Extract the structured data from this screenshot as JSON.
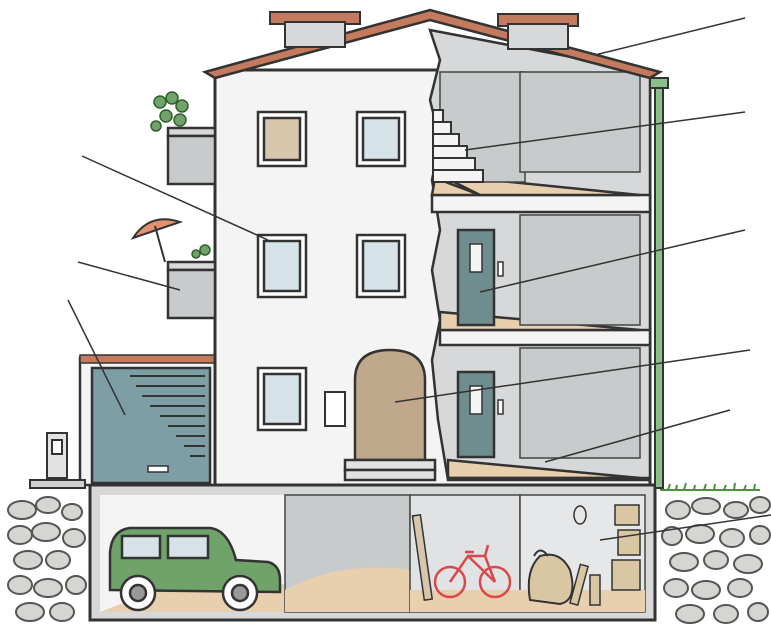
{
  "diagram": {
    "subject": "apartment-building-cutaway",
    "callouts": [
      {
        "id": "roof",
        "target": "roof-tiles"
      },
      {
        "id": "stairs",
        "target": "staircase"
      },
      {
        "id": "apartment-door-2f",
        "target": "door-upper"
      },
      {
        "id": "front-door",
        "target": "entrance-door"
      },
      {
        "id": "hallway-floor",
        "target": "hallway-1f"
      },
      {
        "id": "cellar",
        "target": "basement-storage"
      },
      {
        "id": "window",
        "target": "window-left-mid"
      },
      {
        "id": "balcony",
        "target": "balcony-lower"
      },
      {
        "id": "garage-door",
        "target": "garage"
      }
    ],
    "icons": [
      "plant-icon",
      "parasol-icon",
      "car-icon",
      "bicycle-icon",
      "sack-icon",
      "intercom-icon",
      "mailbox-icon"
    ]
  },
  "colors": {
    "wall": "#f4f4f4",
    "interior-wall": "#d6d8d9",
    "floor": "#e8cfae",
    "roof": "#c47a5c",
    "door-wood": "#bfa88c",
    "door-teal": "#6f8c8f",
    "garage": "#7e9ea6",
    "car": "#6fa36a",
    "stone": "#d5d5d2",
    "gutter": "#8bbf8a",
    "grass": "#4f8f3e"
  }
}
